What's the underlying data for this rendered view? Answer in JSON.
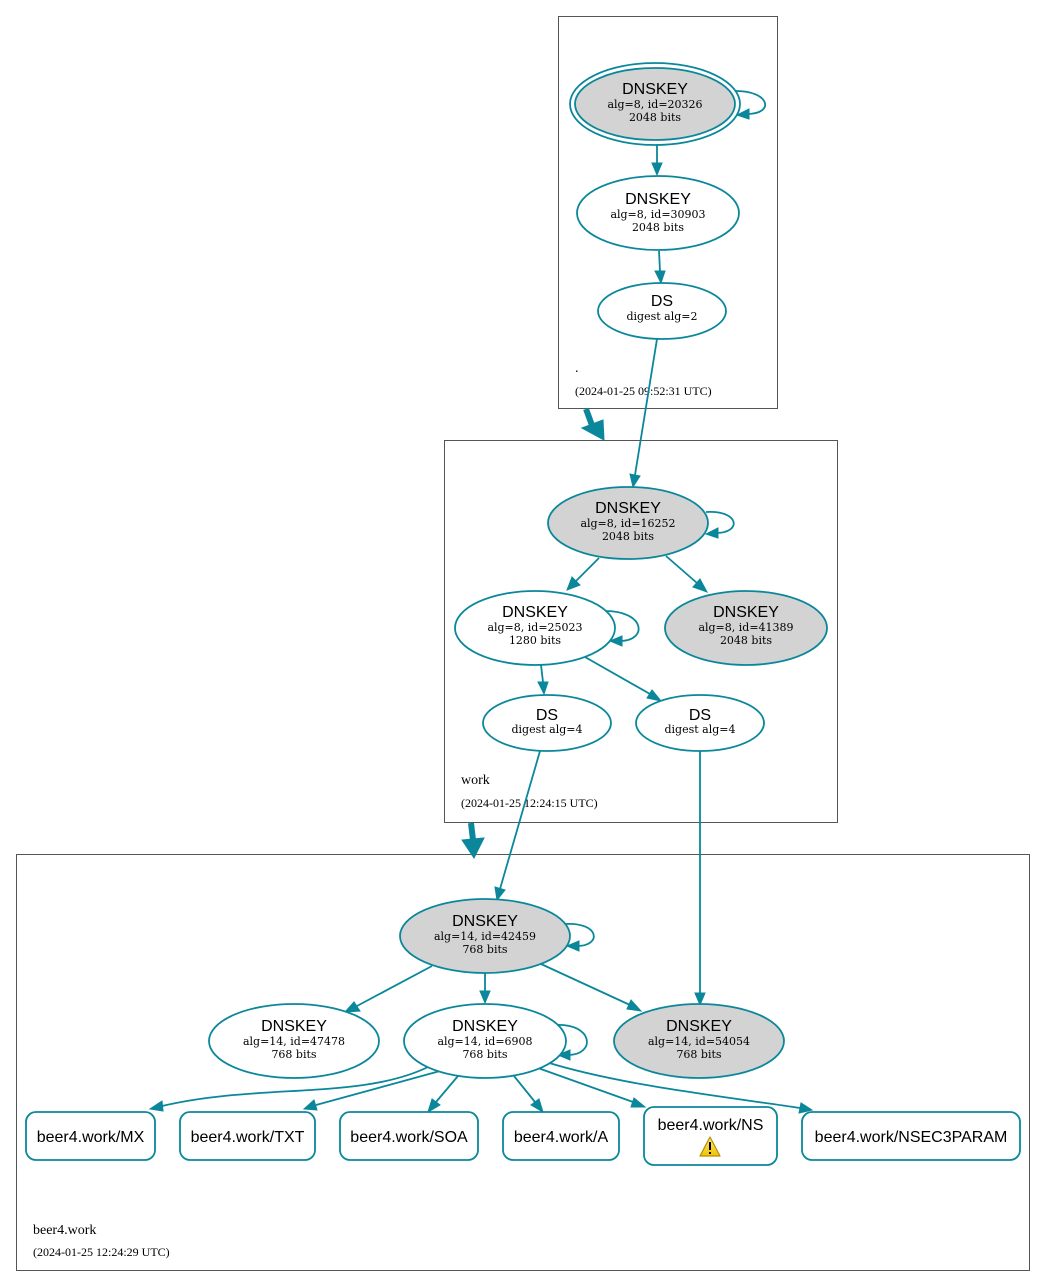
{
  "zones": [
    {
      "id": "root",
      "name": ".",
      "timestamp": "(2024-01-25 09:52:31 UTC)"
    },
    {
      "id": "work",
      "name": "work",
      "timestamp": "(2024-01-25 12:24:15 UTC)"
    },
    {
      "id": "beer4",
      "name": "beer4.work",
      "timestamp": "(2024-01-25 12:24:29 UTC)"
    }
  ],
  "nodes": [
    {
      "id": "root_ksk",
      "title": "DNSKEY",
      "line1": "alg=8, id=20326",
      "line2": "2048 bits",
      "filled": true,
      "double": true,
      "self_loop": true
    },
    {
      "id": "root_zsk",
      "title": "DNSKEY",
      "line1": "alg=8, id=30903",
      "line2": "2048 bits",
      "filled": false
    },
    {
      "id": "root_ds",
      "title": "DS",
      "line1": "digest alg=2",
      "line2": "",
      "filled": false
    },
    {
      "id": "work_ksk",
      "title": "DNSKEY",
      "line1": "alg=8, id=16252",
      "line2": "2048 bits",
      "filled": true,
      "self_loop": true
    },
    {
      "id": "work_zsk",
      "title": "DNSKEY",
      "line1": "alg=8, id=25023",
      "line2": "1280 bits",
      "filled": false,
      "self_loop": true
    },
    {
      "id": "work_key3",
      "title": "DNSKEY",
      "line1": "alg=8, id=41389",
      "line2": "2048 bits",
      "filled": true
    },
    {
      "id": "work_ds1",
      "title": "DS",
      "line1": "digest alg=4",
      "line2": "",
      "filled": false
    },
    {
      "id": "work_ds2",
      "title": "DS",
      "line1": "digest alg=4",
      "line2": "",
      "filled": false
    },
    {
      "id": "b_ksk",
      "title": "DNSKEY",
      "line1": "alg=14, id=42459",
      "line2": "768 bits",
      "filled": true,
      "self_loop": true
    },
    {
      "id": "b_k1",
      "title": "DNSKEY",
      "line1": "alg=14, id=47478",
      "line2": "768 bits",
      "filled": false
    },
    {
      "id": "b_zsk",
      "title": "DNSKEY",
      "line1": "alg=14, id=6908",
      "line2": "768 bits",
      "filled": false,
      "self_loop": true
    },
    {
      "id": "b_k3",
      "title": "DNSKEY",
      "line1": "alg=14, id=54054",
      "line2": "768 bits",
      "filled": true
    }
  ],
  "rrsets": [
    {
      "id": "rr_mx",
      "label": "beer4.work/MX",
      "warning": false
    },
    {
      "id": "rr_txt",
      "label": "beer4.work/TXT",
      "warning": false
    },
    {
      "id": "rr_soa",
      "label": "beer4.work/SOA",
      "warning": false
    },
    {
      "id": "rr_a",
      "label": "beer4.work/A",
      "warning": false
    },
    {
      "id": "rr_ns",
      "label": "beer4.work/NS",
      "warning": true,
      "warning_icon": "warning-icon"
    },
    {
      "id": "rr_nsec3param",
      "label": "beer4.work/NSEC3PARAM",
      "warning": false
    }
  ],
  "colors": {
    "edge": "#0a879a",
    "node_filled": "#d3d3d3",
    "node_empty": "#ffffff",
    "zone_border": "#555555",
    "warning_fill": "#f5d000"
  }
}
